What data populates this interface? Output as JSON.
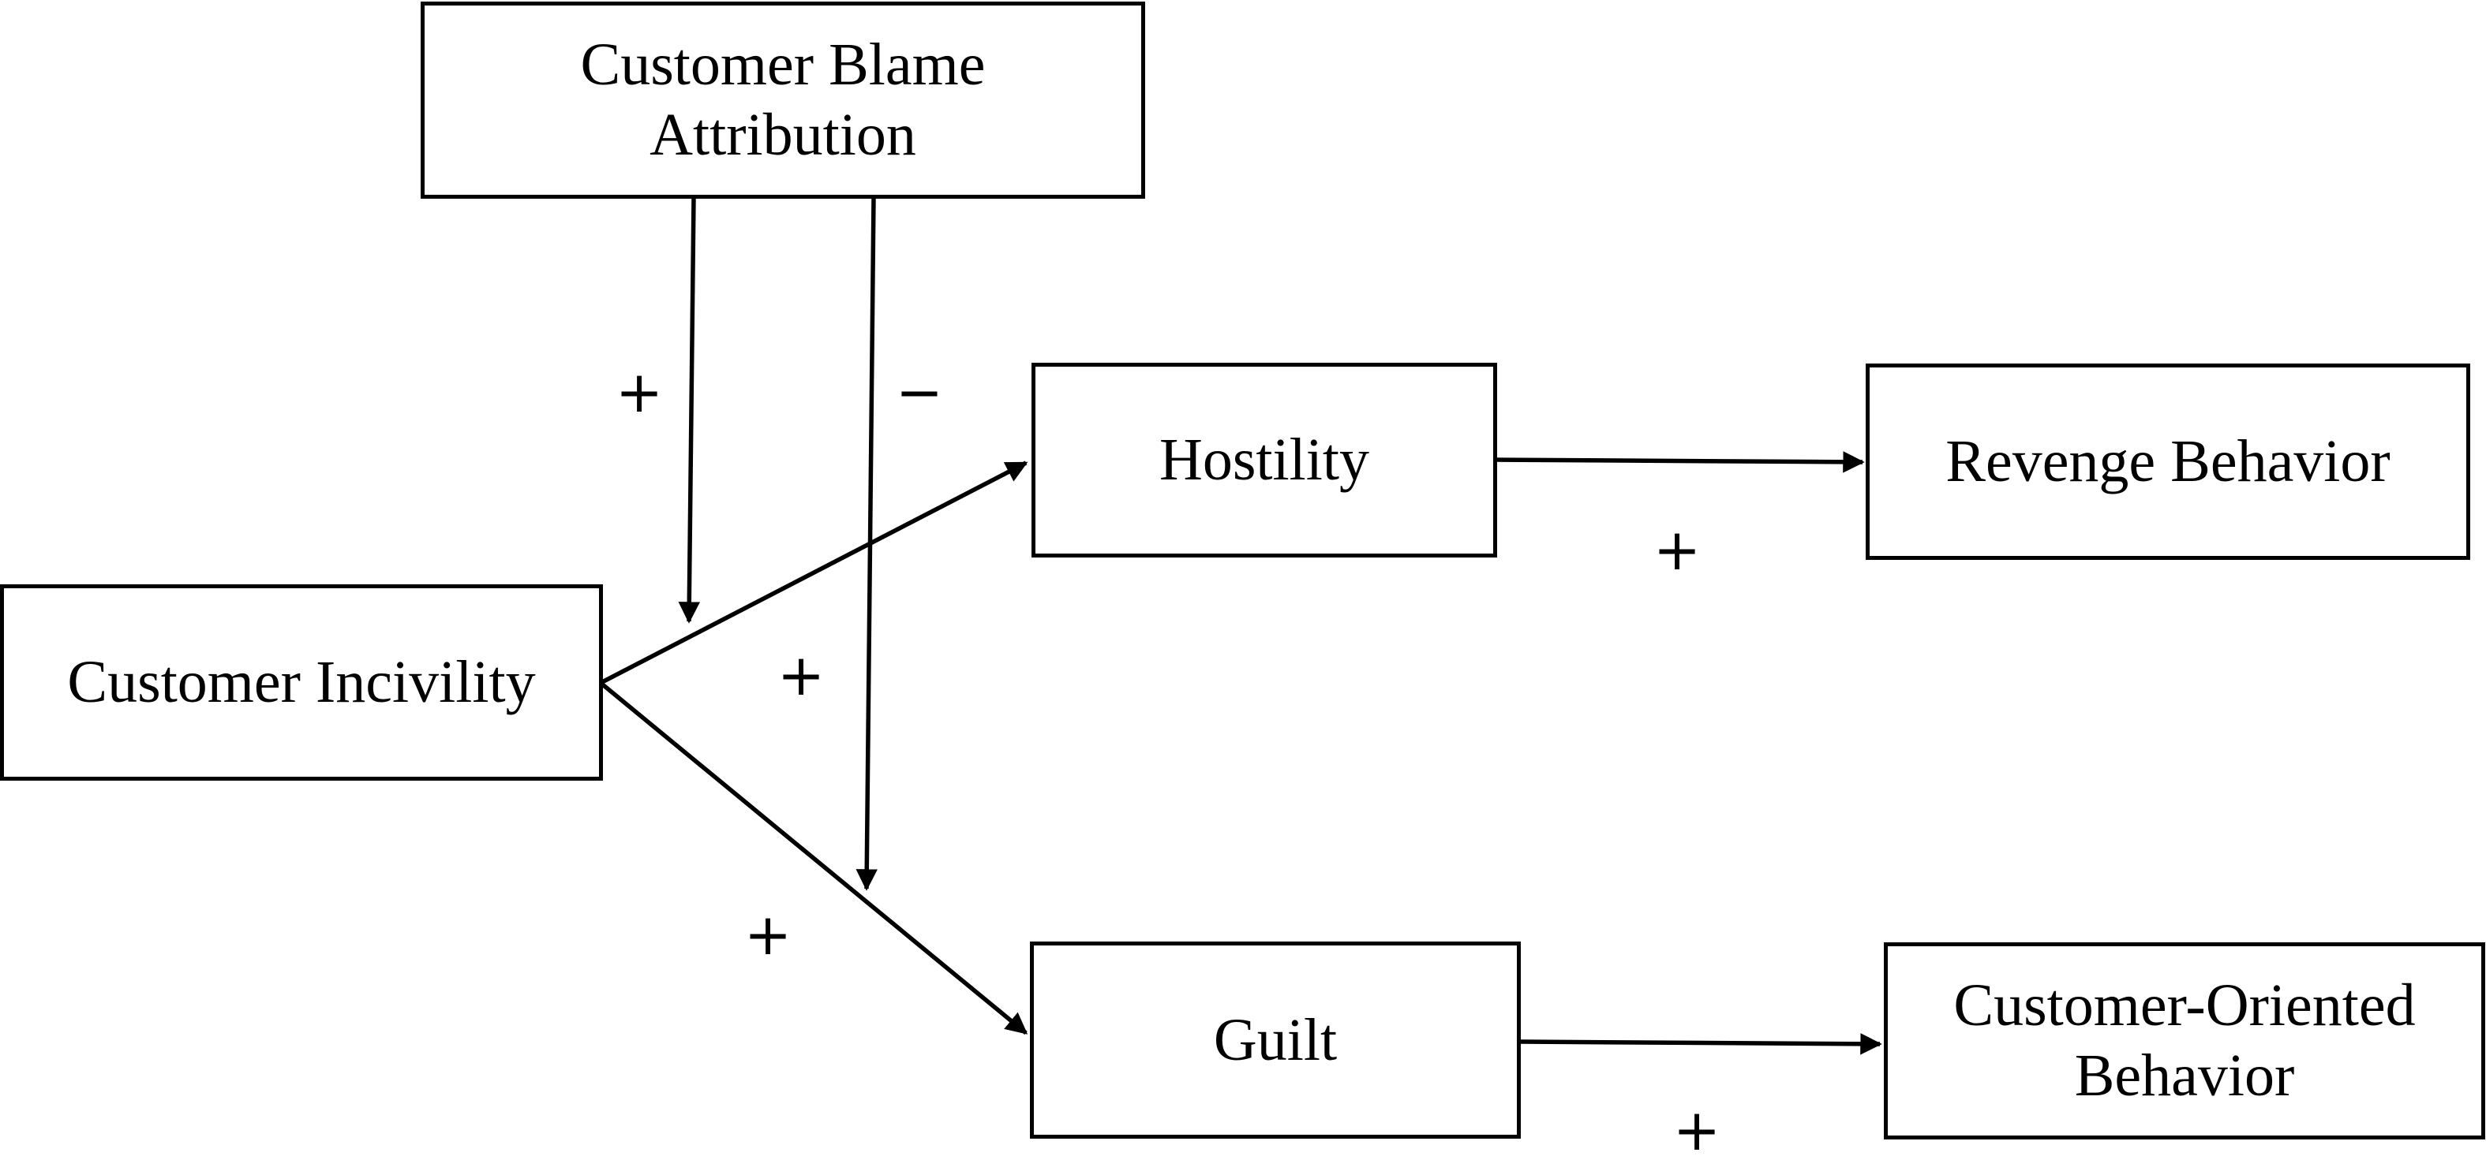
{
  "nodes": {
    "blame": {
      "lines": [
        "Customer Blame",
        "Attribution"
      ]
    },
    "incivility": {
      "lines": [
        "Customer Incivility"
      ]
    },
    "hostility": {
      "lines": [
        "Hostility"
      ]
    },
    "guilt": {
      "lines": [
        "Guilt"
      ]
    },
    "revenge": {
      "lines": [
        "Revenge Behavior"
      ]
    },
    "customer_oriented": {
      "lines": [
        "Customer-Oriented",
        "Behavior"
      ]
    }
  },
  "edges": [
    {
      "from": "incivility",
      "to": "hostility",
      "sign": "+"
    },
    {
      "from": "incivility",
      "to": "guilt",
      "sign": "+"
    },
    {
      "from": "hostility",
      "to": "revenge",
      "sign": "+"
    },
    {
      "from": "guilt",
      "to": "customer_oriented",
      "sign": "+"
    },
    {
      "from": "blame",
      "to": "incivility-hostility-path",
      "sign": "+",
      "kind": "moderation"
    },
    {
      "from": "blame",
      "to": "incivility-guilt-path",
      "sign": "−",
      "kind": "moderation"
    }
  ],
  "colors": {
    "line": "#000000",
    "background": "#ffffff"
  }
}
